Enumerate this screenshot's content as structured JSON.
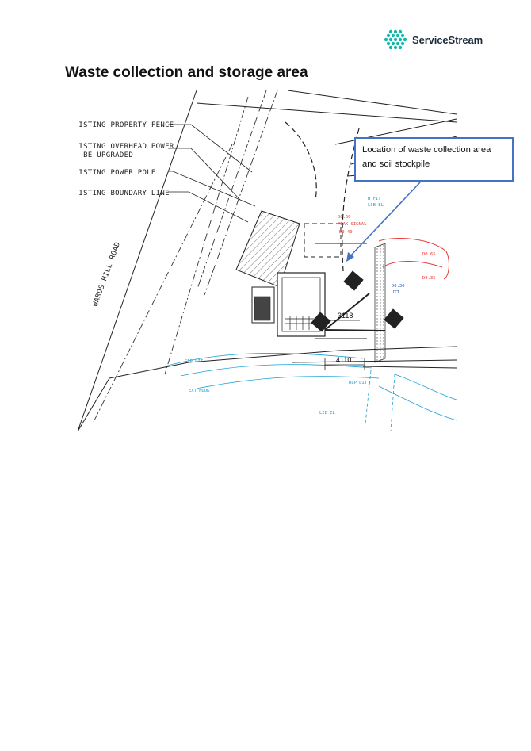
{
  "header": {
    "brand_name": "ServiceStream"
  },
  "page": {
    "heading": "Waste collection and storage area"
  },
  "plan": {
    "labels": {
      "property_fence": "EXISTING PROPERTY FENCE",
      "overhead_power_line1": "EXISTING OVERHEAD POWER",
      "overhead_power_line2": "TO BE UPGRADED",
      "power_pole": "EXISTING POWER POLE",
      "boundary_line": "EXISTING BOUNDARY LINE",
      "road_name": "WARDS HILL ROAD"
    },
    "dimensions": {
      "dim_a": "3118",
      "dim_b": "4110"
    },
    "callout": "Location of waste collection area and soil stockpile"
  },
  "colors": {
    "callout_border": "#4472c4",
    "arrow": "#4472c4",
    "red_markup": "#e53935",
    "cyan_markup": "#18a0d8"
  }
}
